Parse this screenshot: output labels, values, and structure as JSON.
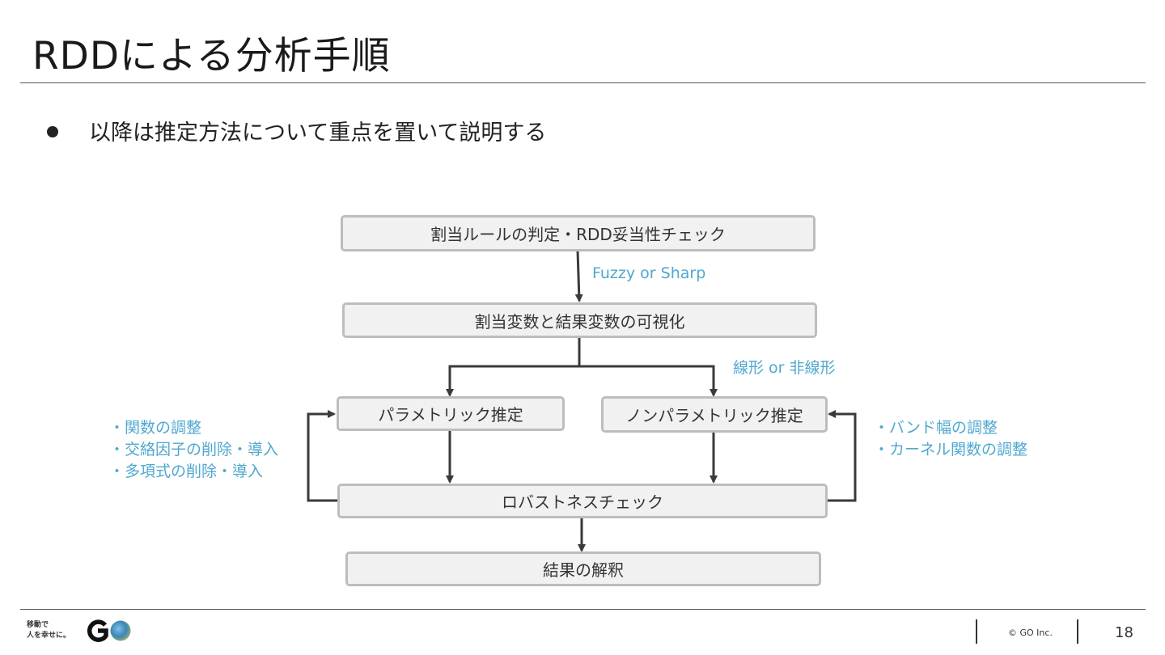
{
  "slide": {
    "title": "RDDによる分析手順",
    "bullet": "以降は推定方法について重点を置いて説明する"
  },
  "flow": {
    "step1": "割当ルールの判定・RDD妥当性チェック",
    "label_fuzzy": "Fuzzy or Sharp",
    "step2": "割当変数と結果変数の可視化",
    "label_linear": "線形 or 非線形",
    "parametric": "パラメトリック推定",
    "nonparametric": "ノンパラメトリック推定",
    "robustness": "ロバストネスチェック",
    "interpret": "結果の解釈",
    "left_notes": [
      "・関数の調整",
      "・交絡因子の削除・導入",
      "・多項式の削除・導入"
    ],
    "right_notes": [
      "・バンド幅の調整",
      "・カーネル関数の調整"
    ]
  },
  "footer": {
    "tagline_line1": "移動で",
    "tagline_line2": "人を幸せに。",
    "copyright": "© GO Inc.",
    "page_number": "18"
  },
  "colors": {
    "annotation": "#4fa8cf",
    "box_fill": "#f1f1f1",
    "box_border": "#bdbdbd",
    "connector": "#3a3a3a"
  },
  "icons": {
    "logo": "go-logo-icon",
    "bullet": "bullet-dot-icon"
  }
}
